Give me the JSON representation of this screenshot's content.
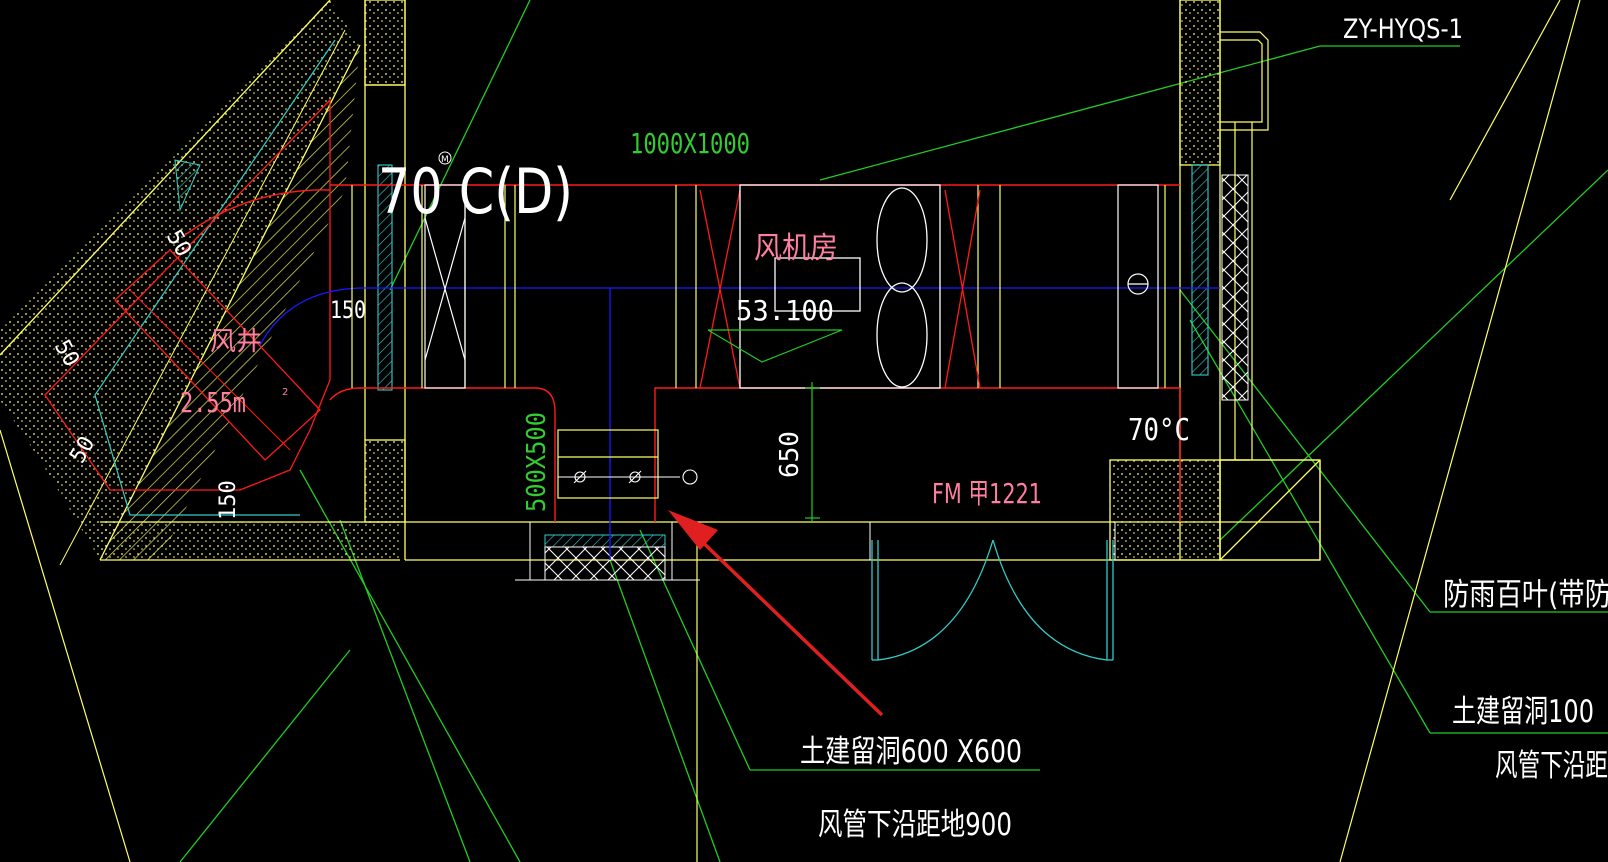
{
  "colors": {
    "background": "#000000",
    "wall": "#ffff66",
    "duct": "#ff1a1a",
    "centerline": "#1a1aff",
    "leader": "#22cc22",
    "equipment": "#ffffff",
    "cyan": "#33cccc",
    "label_pink": "#ff7fa0",
    "label_green": "#33cc33",
    "label_white": "#ffffff",
    "arrow": "#e02020"
  },
  "labels": {
    "tag_top_right": "ZY-HYQS-1",
    "duct_size_top": "1000X1000",
    "damper_rating_big": "70 C(D)",
    "damper_mark": "M",
    "fan_room": "风机房",
    "fan_level": "53.100",
    "dim_150_mid": "150",
    "shaft": "风井",
    "shaft_area": "2.55m",
    "shaft_area_sup": "2",
    "dim_50_a": "50",
    "dim_50_b": "50",
    "dim_50_c": "50",
    "dim_150_low": "150",
    "duct_size_vertical": "500X500",
    "dim_650": "650",
    "damper_70": "70°C",
    "fire_door": "FM 甲1221",
    "louver_note": "防雨百叶(带防",
    "opening_right": "土建留洞100",
    "duct_bottom_right": "风管下沿距",
    "opening_main": "土建留洞600 X600",
    "duct_bottom_main": "风管下沿距地900"
  }
}
